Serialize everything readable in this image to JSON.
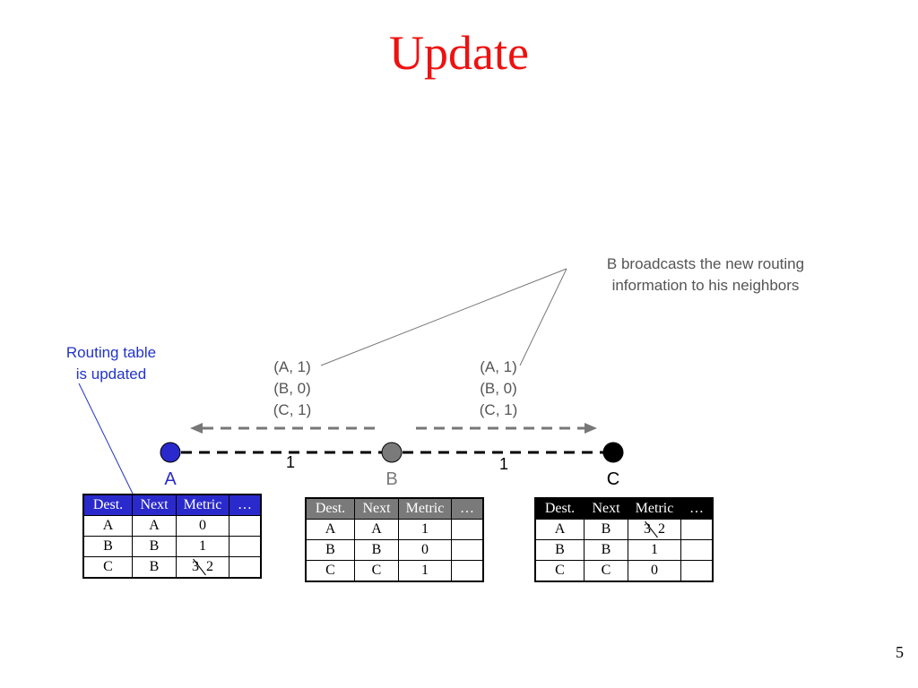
{
  "slide": {
    "title": "Update",
    "page_number": "5"
  },
  "annotations": {
    "broadcast": [
      "B broadcasts the new routing",
      "information to his neighbors"
    ],
    "updated": [
      "Routing table",
      "is updated"
    ]
  },
  "messages": {
    "left": [
      "(A, 1)",
      "(B, 0)",
      "(C, 1)"
    ],
    "right": [
      "(A, 1)",
      "(B, 0)",
      "(C, 1)"
    ]
  },
  "nodes": [
    {
      "label": "A",
      "color": "#2a2acc"
    },
    {
      "label": "B",
      "color": "#7a7a7a"
    },
    {
      "label": "C",
      "color": "#000000"
    }
  ],
  "links": [
    {
      "label": "1"
    },
    {
      "label": "1"
    }
  ],
  "tables": {
    "headers": [
      "Dest.",
      "Next",
      "Metric",
      "…"
    ],
    "a": {
      "rows": [
        {
          "dest": "A",
          "next": "A",
          "metric": "0",
          "more": ""
        },
        {
          "dest": "B",
          "next": "B",
          "metric": "1",
          "more": ""
        },
        {
          "dest": "C",
          "next": "B",
          "metric": "3  2",
          "more": ""
        }
      ]
    },
    "b": {
      "rows": [
        {
          "dest": "A",
          "next": "A",
          "metric": "1",
          "more": ""
        },
        {
          "dest": "B",
          "next": "B",
          "metric": "0",
          "more": ""
        },
        {
          "dest": "C",
          "next": "C",
          "metric": "1",
          "more": ""
        }
      ]
    },
    "c": {
      "rows": [
        {
          "dest": "A",
          "next": "B",
          "metric": "3  2",
          "more": ""
        },
        {
          "dest": "B",
          "next": "B",
          "metric": "1",
          "more": ""
        },
        {
          "dest": "C",
          "next": "C",
          "metric": "0",
          "more": ""
        }
      ]
    }
  }
}
